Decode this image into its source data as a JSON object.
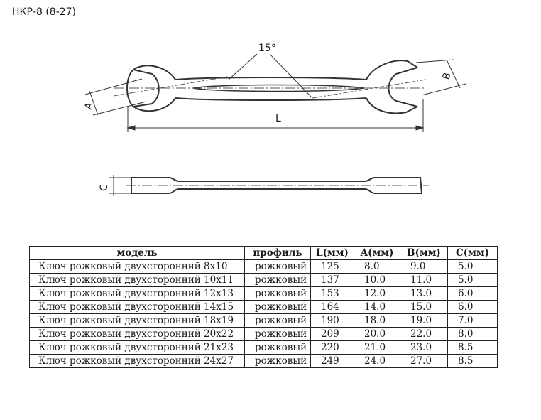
{
  "title": "НКР-8 (8-27)",
  "drawing": {
    "angle_label": "15°",
    "dim_L": "L",
    "dim_A": "A",
    "dim_B": "B",
    "dim_C": "C"
  },
  "table": {
    "headers": [
      "модель",
      "профиль",
      "L(мм)",
      "A(мм)",
      "B(мм)",
      "C(мм)"
    ],
    "rows": [
      [
        "Ключ рожковый двухсторонний 8x10",
        "рожковый",
        "125",
        "8.0",
        "9.0",
        "5.0"
      ],
      [
        "Ключ рожковый двухсторонний 10x11",
        "рожковый",
        "137",
        "10.0",
        "11.0",
        "5.0"
      ],
      [
        "Ключ рожковый двухсторонний 12x13",
        "рожковый",
        "153",
        "12.0",
        "13.0",
        "6.0"
      ],
      [
        "Ключ рожковый двухсторонний 14x15",
        "рожковый",
        "164",
        "14.0",
        "15.0",
        "6.0"
      ],
      [
        "Ключ рожковый двухсторонний 18x19",
        "рожковый",
        "190",
        "18.0",
        "19.0",
        "7.0"
      ],
      [
        "Ключ рожковый двухсторонний 20x22",
        "рожковый",
        "209",
        "20.0",
        "22.0",
        "8.0"
      ],
      [
        "Ключ рожковый двухсторонний 21x23",
        "рожковый",
        "220",
        "21.0",
        "23.0",
        "8.5"
      ],
      [
        "Ключ рожковый двухсторонний 24x27",
        "рожковый",
        "249",
        "24.0",
        "27.0",
        "8.5"
      ]
    ]
  }
}
